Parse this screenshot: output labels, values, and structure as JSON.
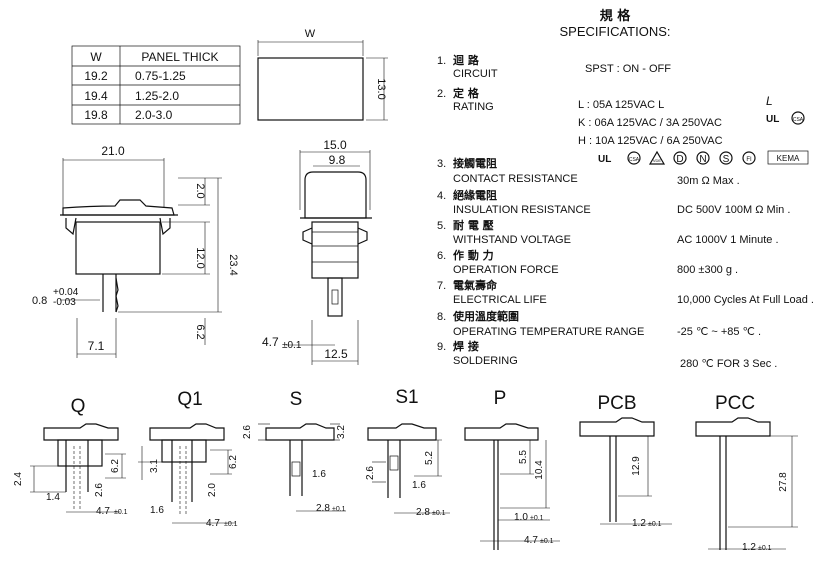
{
  "panel_table": {
    "headers": [
      "W",
      "PANEL THICK"
    ],
    "rows": [
      [
        "19.2",
        "0.75-1.25"
      ],
      [
        "19.4",
        "1.25-2.0"
      ],
      [
        "19.8",
        "2.0-3.0"
      ]
    ]
  },
  "top_dims": {
    "w": "W",
    "h": "13.0"
  },
  "side_dims": {
    "len": "21.0",
    "top": "2.0",
    "mid": "12.0",
    "total": "23.4",
    "pin": "6.2",
    "pin_w": "0.8",
    "tol_plus": "+0.04",
    "tol_minus": "-0.03",
    "pitch": "7.1"
  },
  "front_dims": {
    "w": "15.0",
    "inner": "9.8",
    "off": "4.7",
    "off_tol": "±0.1",
    "base": "12.5"
  },
  "spec": {
    "title_cjk": "規 格",
    "title": "SPECIFICATIONS:",
    "items": [
      {
        "num": "1.",
        "cjk": "迴 路",
        "label": "CIRCUIT"
      },
      {
        "num": "2.",
        "cjk": "定 格",
        "label": "RATING"
      },
      {
        "num": "3.",
        "cjk": "接觸電阻",
        "label": "CONTACT RESISTANCE",
        "value": "30m Ω   Max ."
      },
      {
        "num": "4.",
        "cjk": "絕緣電阻",
        "label": "INSULATION RESISTANCE",
        "value": "DC 500V 100M Ω Min ."
      },
      {
        "num": "5.",
        "cjk": "耐 電 壓",
        "label": "WITHSTAND VOLTAGE",
        "value": "AC 1000V 1 Minute ."
      },
      {
        "num": "6.",
        "cjk": "作 動 力",
        "label": "OPERATION FORCE",
        "value": "800 ±300 g ."
      },
      {
        "num": "7.",
        "cjk": "電氣壽命",
        "label": "ELECTRICAL LIFE",
        "value": "10,000 Cycles At Full Load ."
      },
      {
        "num": "8.",
        "cjk": "使用溫度範圍",
        "label": "OPERATING TEMPERATURE RANGE",
        "value": "-25 ℃ ~ +85 ℃ ."
      },
      {
        "num": "9.",
        "cjk": "焊 接",
        "label": "SOLDERING",
        "value": "280 ℃ FOR 3 Sec ."
      }
    ],
    "circuit_value": "SPST : ON - OFF",
    "ratings": [
      "L : 05A  125VAC  L",
      "K : 06A  125VAC / 3A  250VAC",
      "H : 10A  125VAC / 6A  250VAC"
    ],
    "marks_row1": [
      "L",
      "UL",
      "CSA"
    ],
    "marks_row2": [
      "UL",
      "CSA",
      "VDE",
      "D",
      "N",
      "S",
      "FI",
      "KEMA"
    ]
  },
  "variants": [
    {
      "name": "Q",
      "dims": [
        "2.4",
        "6.2",
        "1.4",
        "2.6",
        "4.7",
        "±0.1"
      ]
    },
    {
      "name": "Q1",
      "dims": [
        "3.1",
        "6.2",
        "1.6",
        "2.0",
        "4.7",
        "±0.1"
      ]
    },
    {
      "name": "S",
      "dims": [
        "2.6",
        "1.6",
        "2.8",
        "±0.1"
      ]
    },
    {
      "name": "S1",
      "dims": [
        "3.2",
        "5.2",
        "2.6",
        "1.6",
        "2.8",
        "±0.1"
      ]
    },
    {
      "name": "P",
      "dims": [
        "5.5",
        "10.4",
        "1.0",
        "±0.1",
        "4.7",
        "±0.1"
      ]
    },
    {
      "name": "PCB",
      "dims": [
        "12.9",
        "1.2",
        "±0.1"
      ]
    },
    {
      "name": "PCC",
      "dims": [
        "27.8",
        "1.2",
        "±0.1"
      ]
    }
  ]
}
